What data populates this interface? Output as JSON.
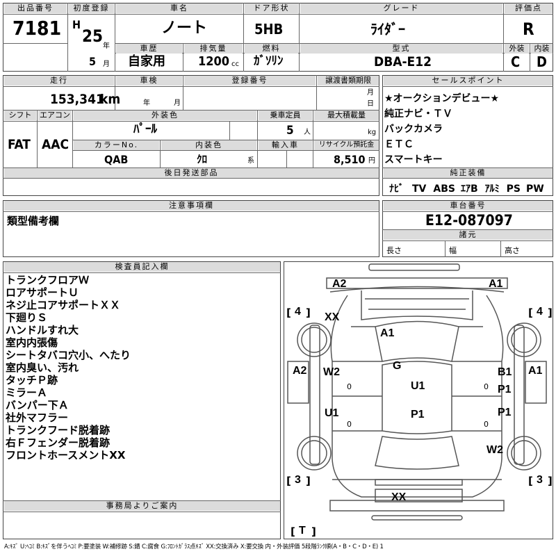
{
  "header": {
    "lot_label": "出品番号",
    "lot_no": "7181",
    "first_reg_label": "初度登録",
    "era": "H",
    "year": "25",
    "year_unit": "年",
    "month": "5",
    "month_unit": "月",
    "car_name_label": "車名",
    "car_name": "ノート",
    "door_label": "ドア形状",
    "door": "5HB",
    "grade_label": "グレード",
    "grade": "ﾗｲﾀﾞｰ",
    "score_label": "評価点",
    "score": "R",
    "history_label": "車歴",
    "history": "自家用",
    "displacement_label": "排気量",
    "displacement": "1200",
    "displacement_unit": "cc",
    "fuel_label": "燃料",
    "fuel": "ｶﾞｿﾘﾝ",
    "model_label": "型式",
    "model": "DBA-E12",
    "ext_grade_label": "外装",
    "ext_grade": "C",
    "int_grade_label": "内装",
    "int_grade": "D"
  },
  "spec": {
    "mileage_label": "走行",
    "mileage": "153,341",
    "mileage_unit": "km",
    "inspection_label": "車検",
    "insp_year_unit": "年",
    "insp_month_unit": "月",
    "reg_no_label": "登録番号",
    "deadline_label": "譲渡書類期限",
    "deadline_month_unit": "月",
    "deadline_day_unit": "日",
    "shift_label": "シフト",
    "shift": "FAT",
    "ac_label": "エアコン",
    "ac": "AAC",
    "ext_color_label": "外装色",
    "ext_color": "ﾊﾟｰﾙ",
    "capacity_label": "乗車定員",
    "capacity": "5",
    "capacity_unit": "人",
    "max_load_label": "最大積載量",
    "max_load_unit": "kg",
    "color_no_label": "カラーNo.",
    "color_no": "QAB",
    "int_color_label": "内装色",
    "int_color": "ｸﾛ",
    "int_color_unit": "系",
    "import_label": "輸入車",
    "recycle_label": "リサイクル預託金",
    "recycle": "8,510",
    "recycle_unit": "円",
    "later_parts_label": "後日発送部品"
  },
  "sales": {
    "label": "セールスポイント",
    "items": [
      "★オークションデビュー★",
      "純正ナビ・ＴＶ",
      "バックカメラ",
      "ＥＴＣ",
      "スマートキー"
    ]
  },
  "equipment": {
    "label": "純正装備",
    "items": [
      "ﾅﾋﾞ",
      "TV",
      "ABS",
      "ｴｱB",
      "ｱﾙﾐ",
      "PS",
      "PW"
    ]
  },
  "notes": {
    "label": "注意事項欄",
    "text": "類型備考欄"
  },
  "chassis": {
    "label": "車台番号",
    "value": "E12-087097"
  },
  "dims": {
    "label": "諸元",
    "length": "長さ",
    "width": "幅",
    "height": "高さ"
  },
  "inspector": {
    "label": "検査員記入欄",
    "items": [
      "トランクフロアＷ",
      "ロアサポートＵ",
      "ネジ止コアサポートＸＸ",
      "下廻りＳ",
      "ハンドルすれ大",
      "室内内張傷",
      "シートタバコ穴小、へたり",
      "室内臭い、汚れ",
      "タッチＰ跡",
      "ミラーＡ",
      "バンパー下Ａ",
      "社外マフラー",
      "トランクフード脱着跡",
      "右Ｆフェンダー脱着跡",
      "フロントホースメントXX"
    ]
  },
  "office": {
    "label": "事務局よりご案内"
  },
  "diagram": {
    "marks": [
      "A2",
      "A1",
      "XX",
      "A1",
      "G",
      "A2",
      "W2",
      "U1",
      "B1",
      "A1",
      "P1",
      "U1",
      "P1",
      "P1",
      "W2",
      "XX"
    ],
    "tires": [
      "4",
      "4",
      "3",
      "3"
    ],
    "spare": "T",
    "zeros": [
      "0",
      "0",
      "0",
      "0"
    ]
  },
  "legend": "A:ｷｽﾞ U:ﾍｺﾐ B:ｷｽﾞを伴うﾍｺﾐ P:要塗装 W:補修跡 S:錆 C:腐食 G:ﾌﾛﾝﾄｶﾞﾗｽ点ｷｽﾞ XX:交換済み X:要交換 内・外装評価 5段階ﾗﾝｸ順(A・B・C・D・E) 1"
}
